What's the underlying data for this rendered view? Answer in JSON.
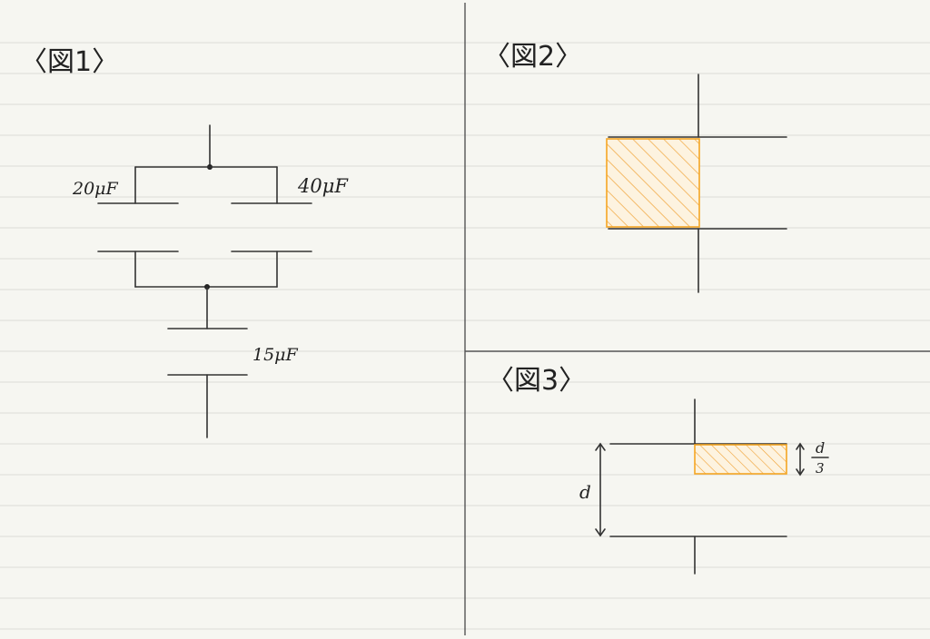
{
  "figures": {
    "fig1": {
      "title": "〈図1〉",
      "labels": {
        "c1": "20μF",
        "c2": "40μF",
        "c3": "15μF"
      }
    },
    "fig2": {
      "title": "〈図2〉"
    },
    "fig3": {
      "title": "〈図3〉",
      "labels": {
        "gap": "d",
        "dielectric_num": "d",
        "dielectric_den": "3"
      }
    }
  },
  "colors": {
    "paper": "#f6f6f1",
    "rule": "#dcdcd6",
    "ink": "#333333",
    "dielectric": "#f5a623",
    "dielectric_fill": "#fce9c8"
  }
}
